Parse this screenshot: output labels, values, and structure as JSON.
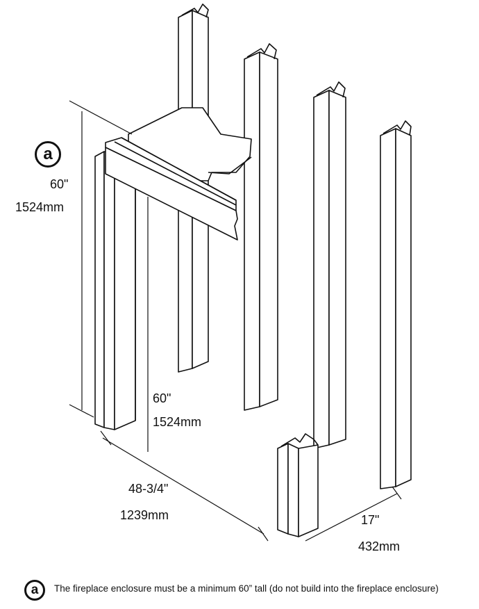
{
  "callout_letter": "a",
  "dimensions": {
    "enclosure_height_in": "60\"",
    "enclosure_height_mm": "1524mm",
    "opening_height_in": "60\"",
    "opening_height_mm": "1524mm",
    "width_in": "48-3/4\"",
    "width_mm": "1239mm",
    "depth_in": "17\"",
    "depth_mm": "432mm"
  },
  "note": {
    "letter": "a",
    "text": "The fireplace enclosure must be a minimum 60” tall (do not build into the fireplace enclosure)"
  }
}
